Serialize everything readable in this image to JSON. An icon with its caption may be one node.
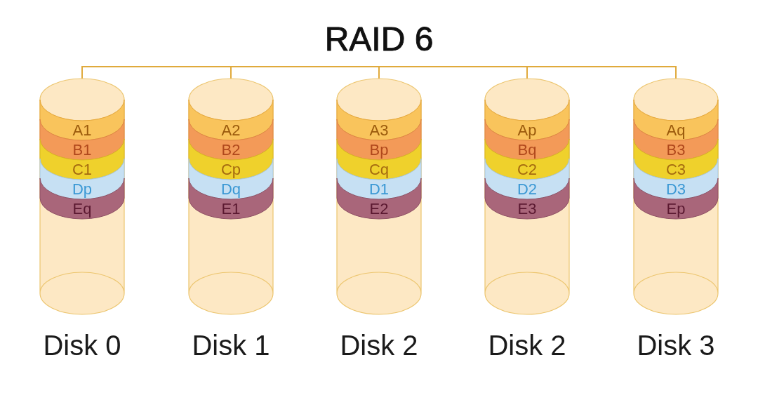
{
  "diagram": {
    "nodes": [
      {
        "text": [
          "RAID 6"
        ]
      },
      {
        "text": [
          "Disk 0"
        ]
      },
      {
        "text": [
          "A1"
        ],
        "in": 1
      },
      {
        "text": [
          "B1"
        ],
        "in": 1
      },
      {
        "text": [
          "C1"
        ],
        "in": 1
      },
      {
        "text": [
          "Dp"
        ],
        "in": 1
      },
      {
        "text": [
          "Eq"
        ],
        "in": 1
      },
      {
        "text": [
          "Disk 1"
        ]
      },
      {
        "text": [
          "A2"
        ],
        "in": 7
      },
      {
        "text": [
          "B2"
        ],
        "in": 7
      },
      {
        "text": [
          "Cp"
        ],
        "in": 7
      },
      {
        "text": [
          "Dq"
        ],
        "in": 7
      },
      {
        "text": [
          "E1"
        ],
        "in": 7
      },
      {
        "text": [
          "Disk 2"
        ]
      },
      {
        "text": [
          "A3"
        ],
        "in": 13
      },
      {
        "text": [
          "Bp"
        ],
        "in": 13
      },
      {
        "text": [
          "Cq"
        ],
        "in": 13
      },
      {
        "text": [
          "D1"
        ],
        "in": 13
      },
      {
        "text": [
          "E2"
        ],
        "in": 13
      },
      {
        "text": [
          "Disk 2"
        ]
      },
      {
        "text": [
          "Ap"
        ],
        "in": 19
      },
      {
        "text": [
          "Bq"
        ],
        "in": 19
      },
      {
        "text": [
          "C2"
        ],
        "in": 19
      },
      {
        "text": [
          "D2"
        ],
        "in": 19
      },
      {
        "text": [
          "E3"
        ],
        "in": 19
      },
      {
        "text": [
          "Disk 3"
        ]
      },
      {
        "text": [
          "Aq"
        ],
        "in": 25
      },
      {
        "text": [
          "B3"
        ],
        "in": 25
      },
      {
        "text": [
          "C3"
        ],
        "in": 25
      },
      {
        "text": [
          "D3"
        ],
        "in": 25
      },
      {
        "text": [
          "Ep"
        ],
        "in": 25
      }
    ],
    "edges": [
      {
        "from": 0,
        "to": 1,
        "arrow": "none"
      },
      {
        "from": 0,
        "to": 7,
        "arrow": "none"
      },
      {
        "from": 0,
        "to": 13,
        "arrow": "none"
      },
      {
        "from": 0,
        "to": 19,
        "arrow": "none"
      },
      {
        "from": 0,
        "to": 25,
        "arrow": "none"
      }
    ]
  }
}
